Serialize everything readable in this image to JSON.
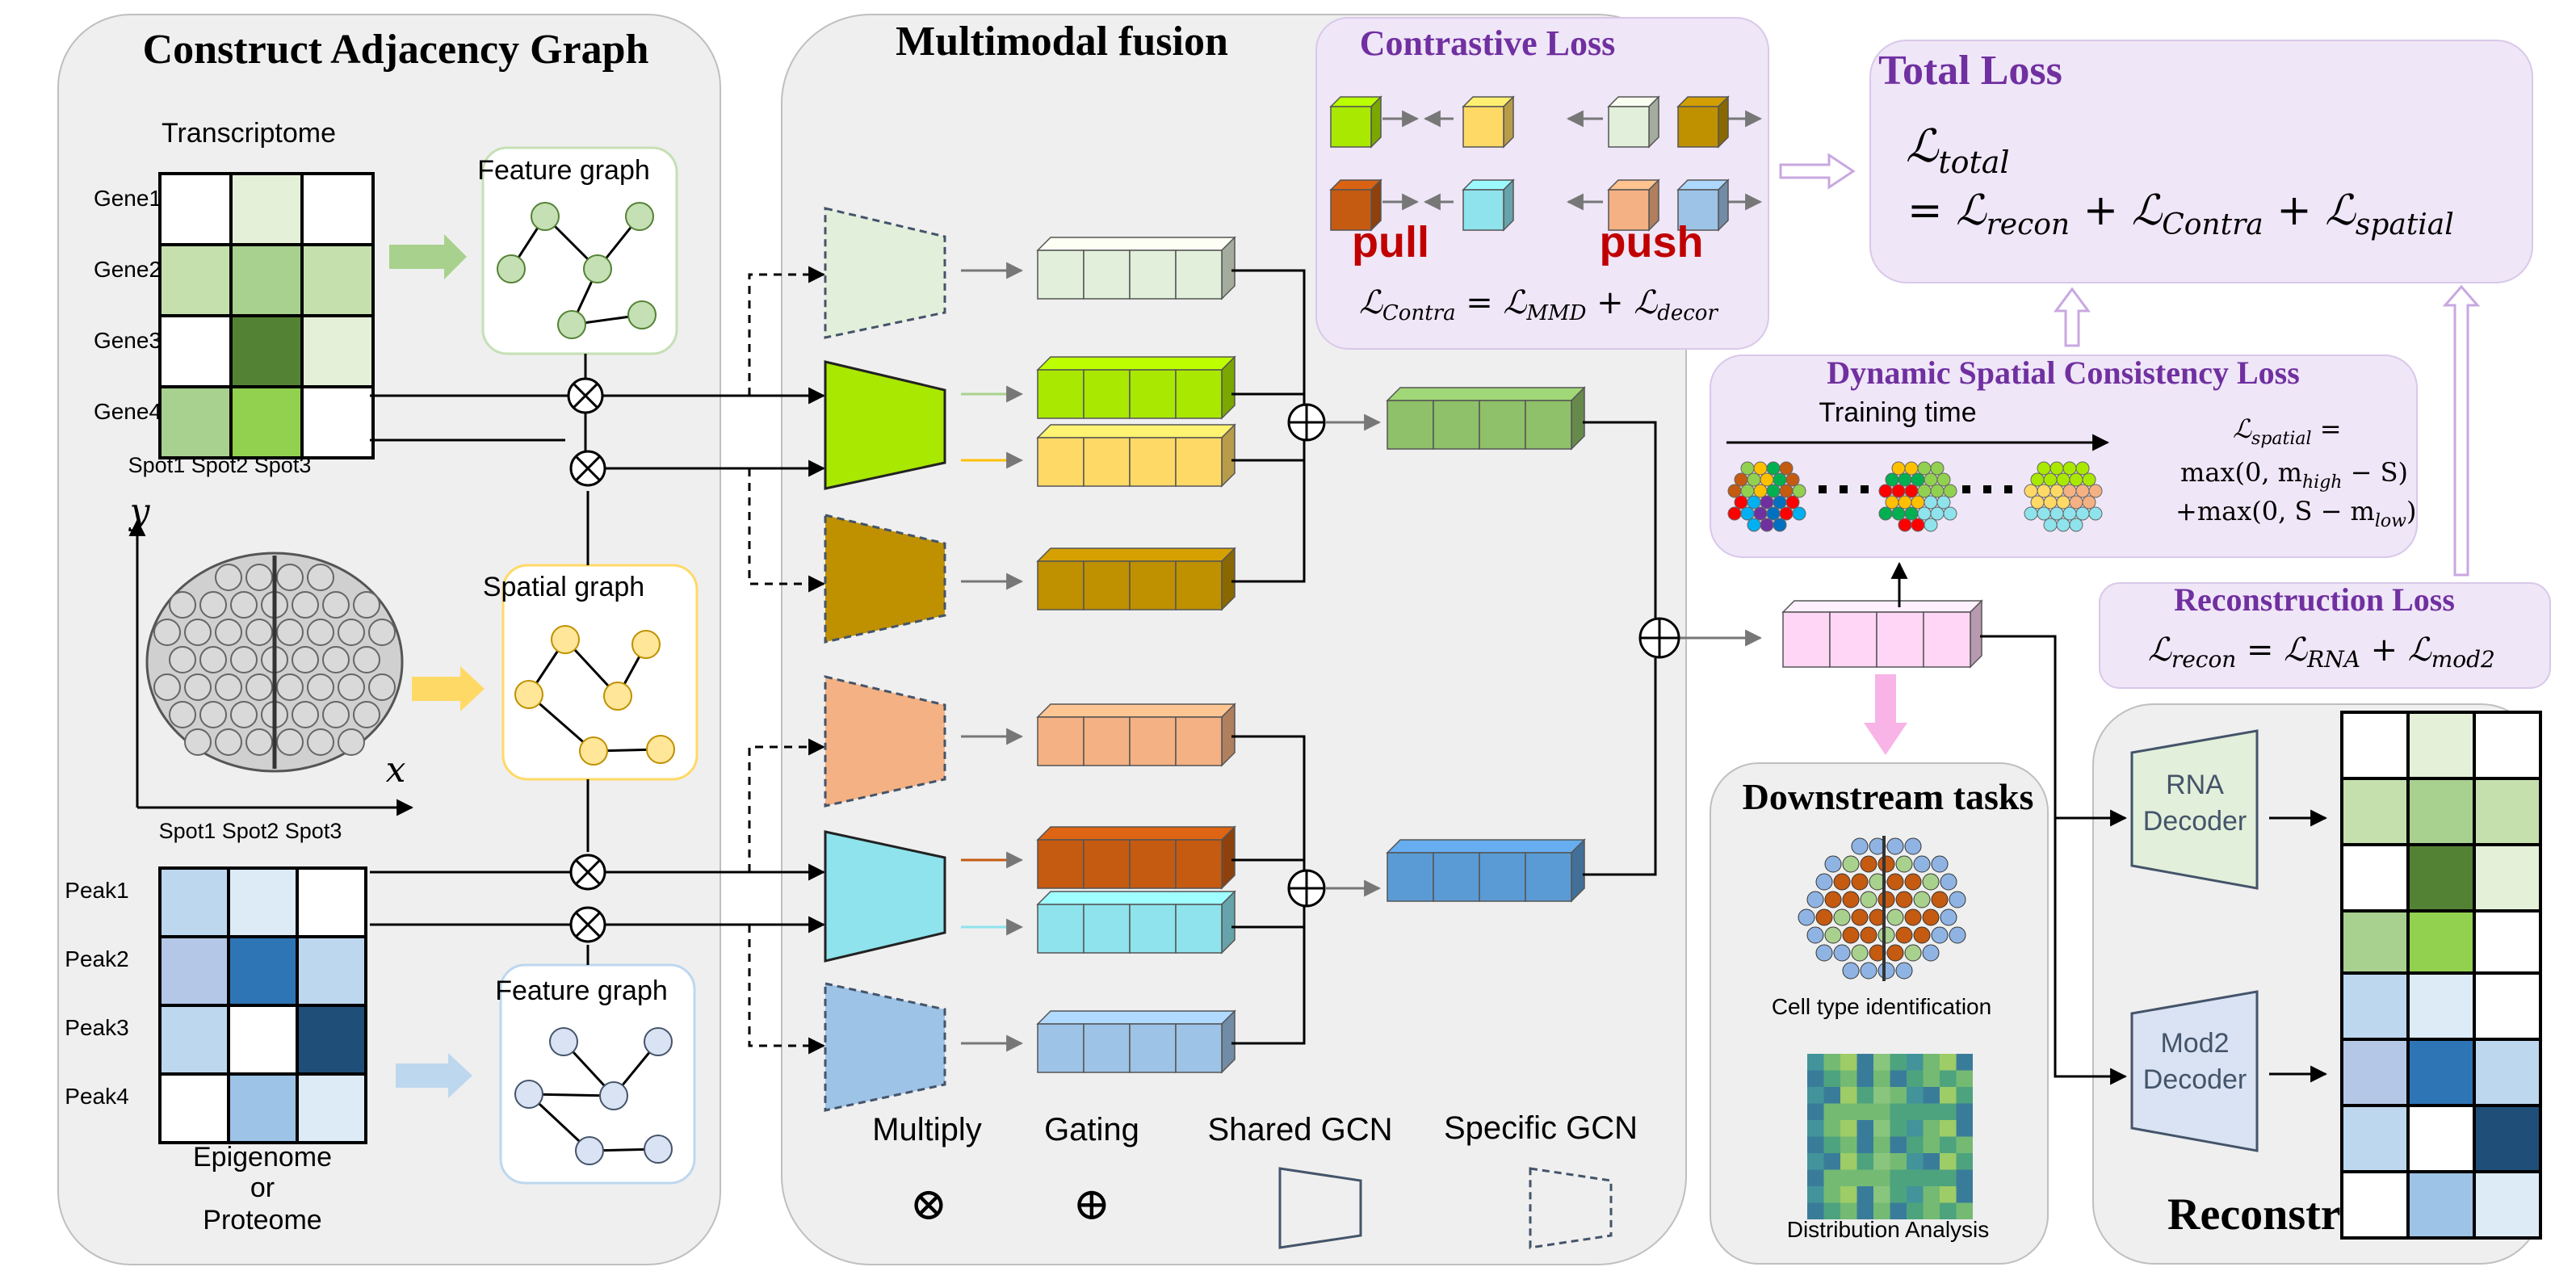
{
  "panels": {
    "adjacency": {
      "title": "Construct Adjacency Graph"
    },
    "fusion": {
      "title": "Multimodal fusion"
    },
    "contrastive": {
      "title": "Contrastive Loss",
      "pull": "pull",
      "push": "push"
    },
    "total": {
      "title": "Total Loss"
    },
    "spatial": {
      "title": "Dynamic Spatial Consistency Loss",
      "training_time": "Training time"
    },
    "recon_loss": {
      "title": "Reconstruction Loss"
    },
    "downstream": {
      "title": "Downstream tasks",
      "cell_type": "Cell type identification",
      "distribution": "Distribution Analysis"
    },
    "reconstruction": {
      "title": "Reconstruction",
      "rna_decoder": [
        "RNA",
        "Decoder"
      ],
      "mod2_decoder": [
        "Mod2",
        "Decoder"
      ]
    }
  },
  "transcriptome": {
    "label": "Transcriptome",
    "genes": [
      "Gene1",
      "Gene2",
      "Gene3",
      "Gene4"
    ],
    "spots": "Spot1 Spot2 Spot3",
    "grid": [
      [
        "#ffffff",
        "#e4f0d8",
        "#ffffff"
      ],
      [
        "#c5e0ad",
        "#a8d08e",
        "#c5e0ad"
      ],
      [
        "#ffffff",
        "#548235",
        "#e4f0d8"
      ],
      [
        "#a8d08e",
        "#92d050",
        "#ffffff"
      ]
    ]
  },
  "epigenome": {
    "peaks": [
      "Peak1",
      "Peak2",
      "Peak3",
      "Peak4"
    ],
    "label": [
      "Epigenome",
      "or",
      "Proteome"
    ],
    "grid": [
      [
        "#bdd7ee",
        "#ddebf7",
        "#ffffff"
      ],
      [
        "#b4c7e7",
        "#2e75b6",
        "#bdd7ee"
      ],
      [
        "#bdd7ee",
        "#ffffff",
        "#1f4e79"
      ],
      [
        "#ffffff",
        "#9dc3e6",
        "#ddebf7"
      ]
    ]
  },
  "graphs": {
    "feature_graph_1": "Feature graph",
    "spatial_graph": "Spatial graph",
    "feature_graph_2": "Feature graph"
  },
  "spatial_plot": {
    "y_axis": "y",
    "x_axis": "x",
    "spots": "Spot1 Spot2 Spot3"
  },
  "legend": {
    "multiply": "Multiply",
    "gating": "Gating",
    "shared_gcn": "Shared GCN",
    "specific_gcn": "Specific GCN",
    "multiply_symbol": "⊗",
    "gating_symbol": "⊕"
  },
  "formulas": {
    "contra": {
      "lhs": "ℒ",
      "lhs_sub": "Contra",
      "eq": " = ",
      "a": "ℒ",
      "a_sub": "MMD",
      "plus": " + ",
      "b": "ℒ",
      "b_sub": "decor"
    },
    "total_line1": {
      "sym": "ℒ",
      "sub": "total"
    },
    "total_line2": {
      "eq": "= ",
      "a": "ℒ",
      "a_sub": "recon",
      "p1": " + ",
      "b": "ℒ",
      "b_sub": "Contra",
      "p2": " + ",
      "c": "ℒ",
      "c_sub": "spatial"
    },
    "spatial_line1": {
      "sym": "ℒ",
      "sub": "spatial",
      "eq": " ="
    },
    "spatial_line2": {
      "pre": "max(0, m",
      "sub": "high",
      "post": " − S)"
    },
    "spatial_line3": {
      "pre": "+max(0, S − m",
      "sub": "low",
      "post": ")"
    },
    "recon": {
      "lhs": "ℒ",
      "lhs_sub": "recon",
      "eq": " =  ",
      "a": "ℒ",
      "a_sub": "RNA",
      "plus": " + ",
      "b": "ℒ",
      "b_sub": "mod2"
    }
  },
  "colors": {
    "panel_gray": "#efefef",
    "panel_purple": "#efe6f7",
    "purple_text": "#7030a0",
    "red_text": "#c00000",
    "green_light": "#e2efda",
    "green_lime": "#a9e800",
    "yellow": "#ffd966",
    "gold": "#bf9000",
    "salmon": "#f4b183",
    "orange": "#c55a11",
    "cyan": "#8ee3ec",
    "blue_light": "#9dc3e6",
    "green_mid": "#8fc06a",
    "blue_mid": "#5b9bd5",
    "pink": "#ffd6f5"
  }
}
